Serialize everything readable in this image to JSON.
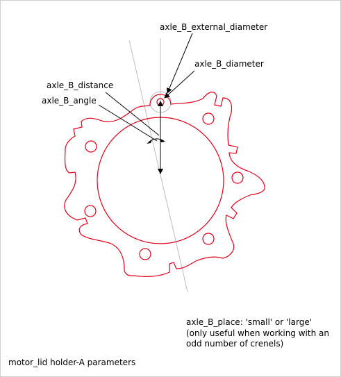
{
  "labels": {
    "external_diameter": "axle_B_external_diameter",
    "diameter": "axle_B_diameter",
    "distance": "axle_B_distance",
    "angle": "axle_B_angle"
  },
  "note": {
    "line1": "axle_B_place: 'small' or 'large'",
    "line2": "(only useful when working with an",
    "line3": "odd number of crenels)"
  },
  "caption": "motor_lid holder-A parameters",
  "colors": {
    "outline": "#e0001b",
    "construction": "#bdbdbd",
    "dimension": "#000000"
  }
}
